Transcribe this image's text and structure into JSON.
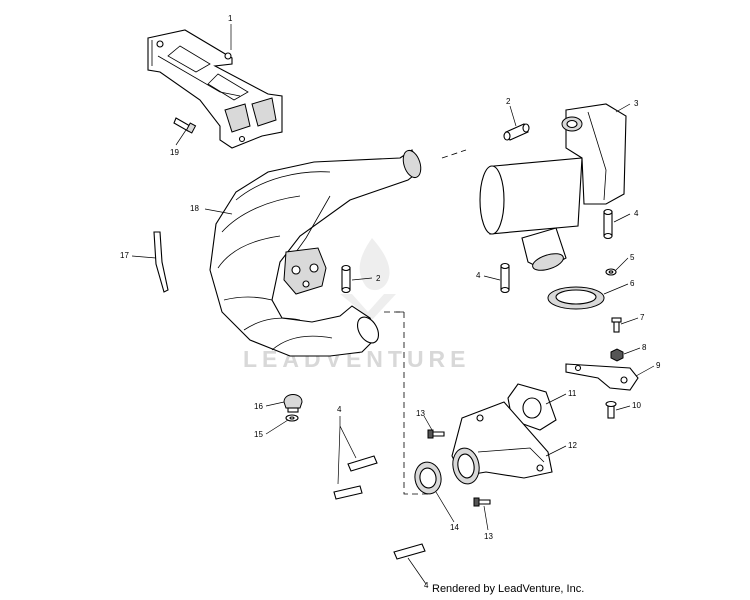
{
  "watermark": {
    "text": "LEADVENTURE"
  },
  "footer": {
    "text": "Rendered by LeadVenture, Inc."
  },
  "callouts": [
    {
      "id": "c1",
      "label": "1"
    },
    {
      "id": "c2a",
      "label": "2"
    },
    {
      "id": "c2b",
      "label": "2"
    },
    {
      "id": "c3",
      "label": "3"
    },
    {
      "id": "c4a",
      "label": "4"
    },
    {
      "id": "c4b",
      "label": "4"
    },
    {
      "id": "c4c",
      "label": "4"
    },
    {
      "id": "c4d",
      "label": "4"
    },
    {
      "id": "c5",
      "label": "5"
    },
    {
      "id": "c6",
      "label": "6"
    },
    {
      "id": "c7",
      "label": "7"
    },
    {
      "id": "c8",
      "label": "8"
    },
    {
      "id": "c9",
      "label": "9"
    },
    {
      "id": "c10",
      "label": "10"
    },
    {
      "id": "c11",
      "label": "11"
    },
    {
      "id": "c12",
      "label": "12"
    },
    {
      "id": "c13a",
      "label": "13"
    },
    {
      "id": "c13b",
      "label": "13"
    },
    {
      "id": "c14",
      "label": "14"
    },
    {
      "id": "c15",
      "label": "15"
    },
    {
      "id": "c16",
      "label": "16"
    },
    {
      "id": "c17",
      "label": "17"
    },
    {
      "id": "c18",
      "label": "18"
    },
    {
      "id": "c19",
      "label": "19"
    }
  ]
}
